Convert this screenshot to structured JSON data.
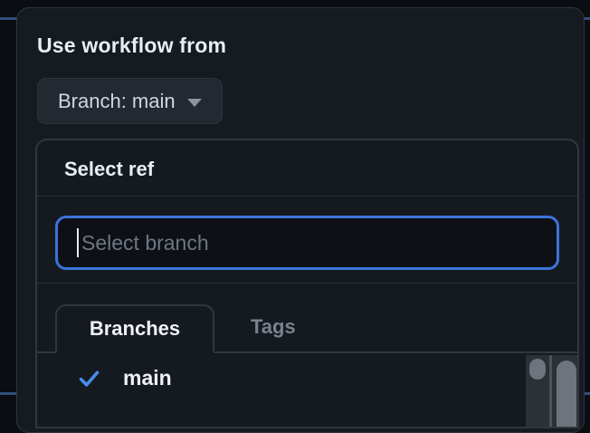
{
  "popover": {
    "title": "Use workflow from",
    "branch_button": {
      "label": "Branch: main",
      "icon": "caret-down-icon"
    },
    "ref_selector": {
      "header": "Select ref",
      "filter": {
        "value": "",
        "placeholder": "Select branch"
      },
      "tabs": [
        {
          "label": "Branches",
          "active": true
        },
        {
          "label": "Tags",
          "active": false
        }
      ],
      "items": [
        {
          "label": "main",
          "selected": true,
          "icon": "check-icon"
        }
      ]
    }
  },
  "colors": {
    "page_background": "#0a0d12",
    "panel_background": "#161b22",
    "menu_background": "#151a21",
    "border": "#30373f",
    "focus_ring_blue": "#3c74d9",
    "check_blue": "#4a8bea",
    "text_primary": "#e9eef4",
    "text_muted": "#7a828c",
    "placeholder": "#6f7780",
    "scrollbar_thumb": "#6e747b",
    "scrollbar_track": "#2c3138"
  }
}
